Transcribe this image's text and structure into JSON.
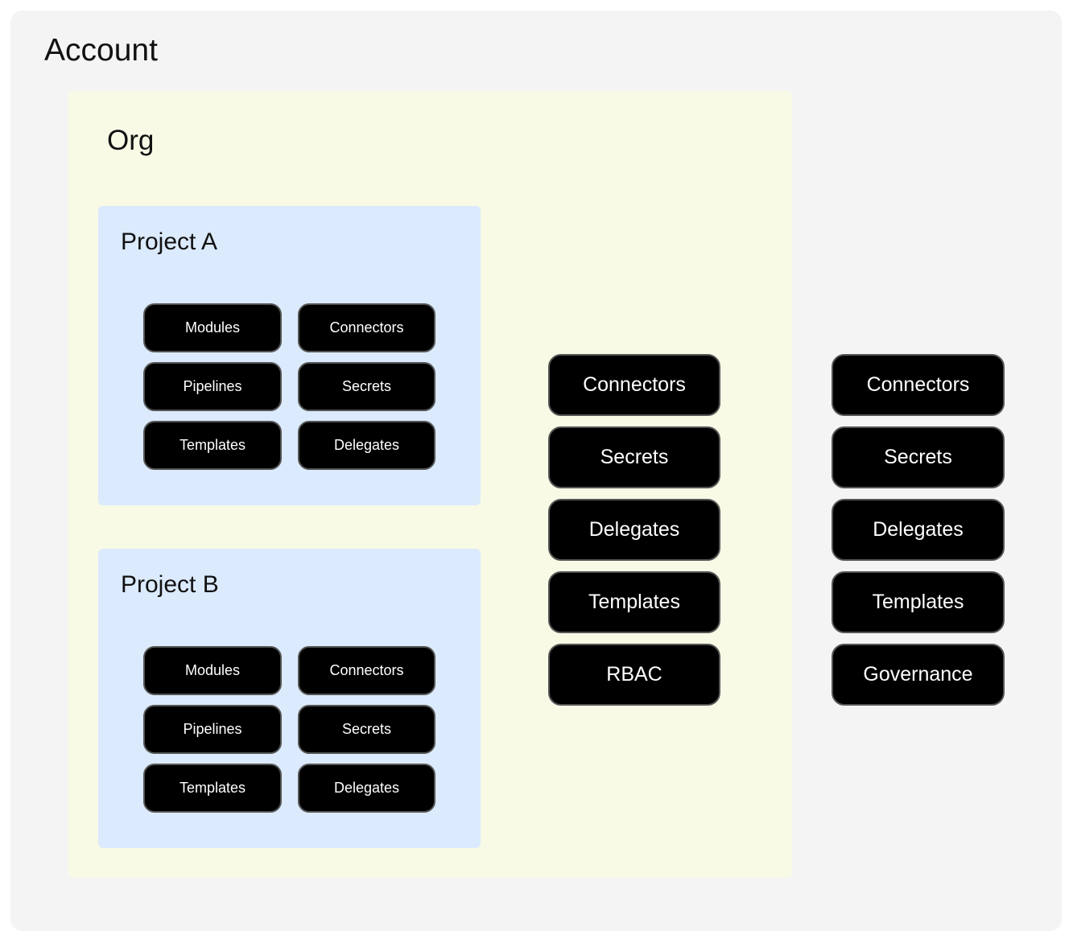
{
  "account": {
    "title": "Account",
    "pills": [
      "Connectors",
      "Secrets",
      "Delegates",
      "Templates",
      "Governance"
    ],
    "org": {
      "title": "Org",
      "pills": [
        "Connectors",
        "Secrets",
        "Delegates",
        "Templates",
        "RBAC"
      ],
      "projects": [
        {
          "title": "Project A",
          "pills": [
            "Modules",
            "Connectors",
            "Pipelines",
            "Secrets",
            "Templates",
            "Delegates"
          ]
        },
        {
          "title": "Project B",
          "pills": [
            "Modules",
            "Connectors",
            "Pipelines",
            "Secrets",
            "Templates",
            "Delegates"
          ]
        }
      ]
    }
  },
  "colors": {
    "account_bg": "#f4f4f4",
    "org_bg": "#f8fae6",
    "project_bg": "#dbeafc",
    "pill_bg": "#000000",
    "pill_border": "#555555",
    "pill_text": "#ffffff"
  }
}
